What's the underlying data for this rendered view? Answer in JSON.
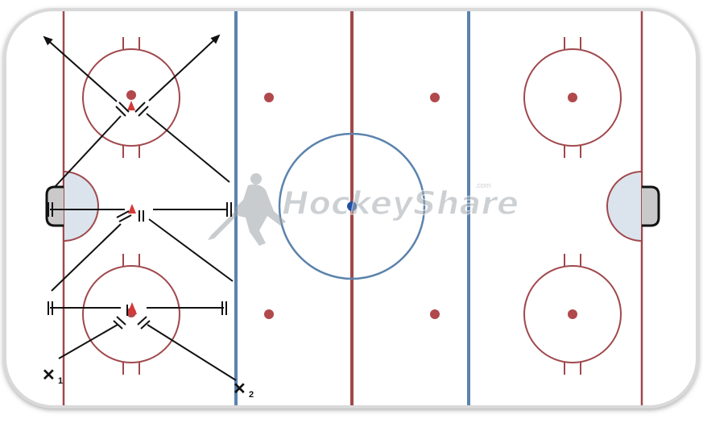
{
  "watermark": {
    "brand": "HockeyShare",
    "suffix": ".com"
  },
  "players": [
    {
      "id": "x1",
      "symbol": "✕",
      "number": "1"
    },
    {
      "id": "x2",
      "symbol": "✕",
      "number": "2"
    }
  ],
  "colors": {
    "red_line": "#a0484c",
    "blue_line": "#5b83ad",
    "faceoff_dot": "#b0484c",
    "center_dot": "#1f4fa0",
    "crease_fill": "#dbe4ec",
    "pylon": "#d23a3a",
    "drill_line": "#111111",
    "watermark": "#9ea3a8"
  },
  "icons": [
    "hockey-player-silhouette-icon",
    "pylon-icon",
    "skater-x-icon",
    "pass-arrow-icon"
  ]
}
